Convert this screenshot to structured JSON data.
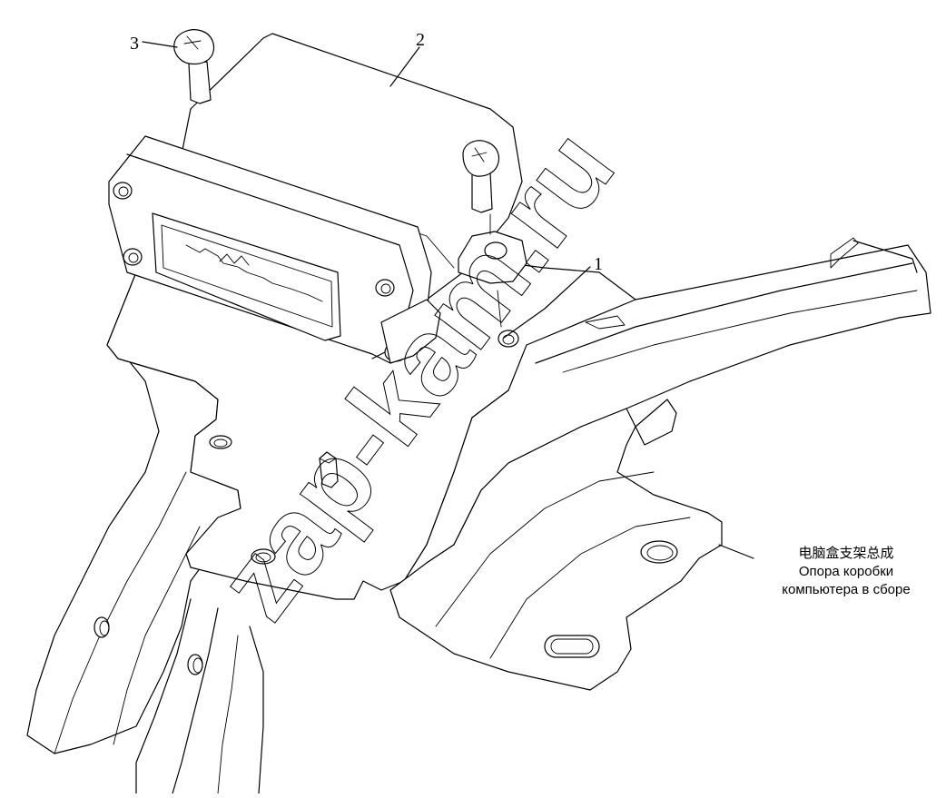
{
  "callouts": {
    "part_1": "1",
    "part_2": "2",
    "part_3": "3"
  },
  "assembly_label": {
    "line_cn": "电脑盒支架总成",
    "line_ru_1": "Опора коробки",
    "line_ru_2": "компьютера в сборе"
  },
  "watermark": "zap-kam.ru",
  "colors": {
    "line": "#000000",
    "background": "#ffffff"
  }
}
